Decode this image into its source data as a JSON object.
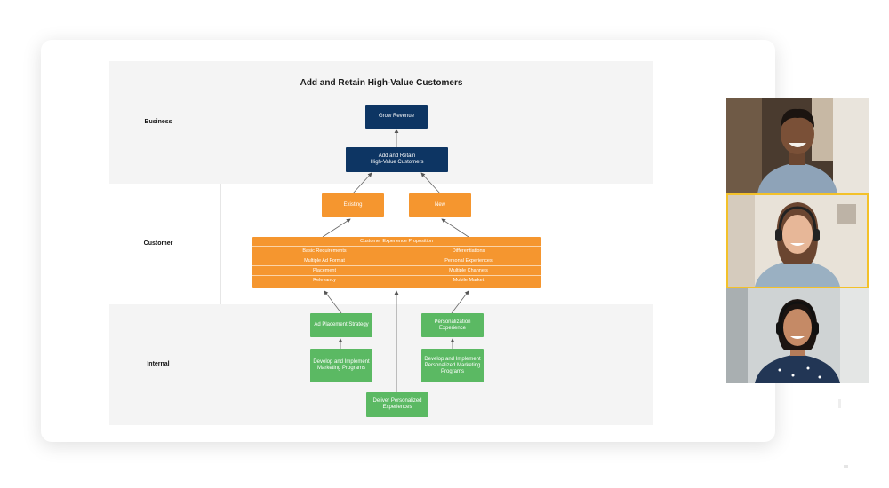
{
  "diagram": {
    "title": "Add and Retain High-Value Customers",
    "bands": {
      "business": "Business",
      "customer": "Customer",
      "internal": "Internal"
    },
    "nodes": {
      "grow_revenue": "Grow Revenue",
      "add_retain": "Add and Retain\nHigh-Value Customers",
      "existing": "Existing",
      "new": "New",
      "ad_placement_strategy": "Ad Placement Strategy",
      "personalization_experience": "Personalization\nExperience",
      "develop_marketing": "Develop and Implement\nMarketing Programs",
      "develop_personalized_marketing": "Develop and Implement\nPersonalized Marketing\nPrograms",
      "deliver_personalized": "Deliver Personalized\nExperiences"
    },
    "cep": {
      "header": "Customer Experience Proposition",
      "rows": [
        {
          "left": "Basic Requirements",
          "right": "Differentiations"
        },
        {
          "left": "Multiple Ad Format",
          "right": "Personal Experiences"
        },
        {
          "left": "Placement",
          "right": "Multiple Channels"
        },
        {
          "left": "Relevancy",
          "right": "Mobile Market"
        }
      ]
    }
  },
  "colors": {
    "navy": "#0d3563",
    "orange": "#f5962f",
    "green": "#5bb963",
    "active_speaker_border": "#f3c12a"
  }
}
